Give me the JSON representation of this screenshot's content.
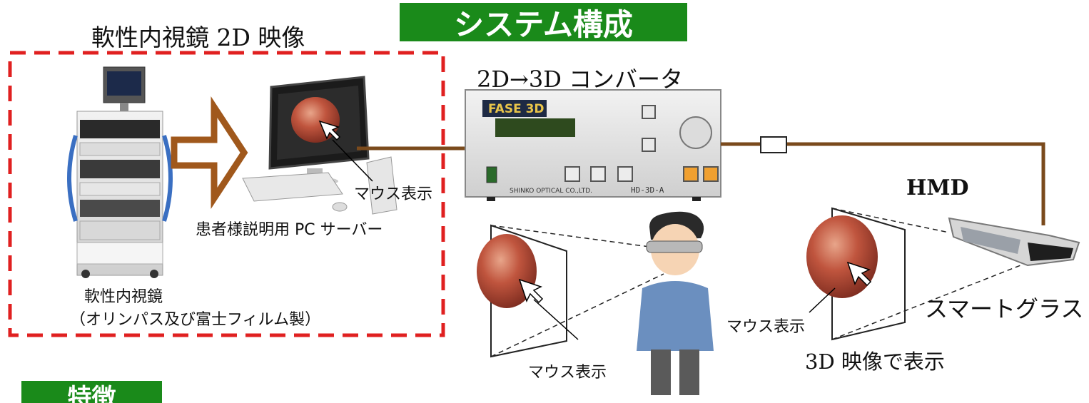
{
  "title": "システム構成",
  "features_title": "特徴",
  "section_label": "軟性内視鏡 2D 映像",
  "converter_label": "2D→3D コンバータ",
  "hmd_label": "HMD",
  "pc_server_label": "患者様説明用 PC サーバー",
  "endoscope_label": "軟性内視鏡",
  "endoscope_maker": "（オリンパス及び富士フィルム製）",
  "mouse_label_pc": "マウス表示",
  "mouse_label_person": "マウス表示",
  "mouse_label_right": "マウス表示",
  "smart_glass_label": "スマートグラス",
  "display_3d_label": "3D 映像で表示",
  "device": {
    "brand": "FASE 3D",
    "model": "HD-3D-A",
    "maker": "SHINKO OPTICAL CO.,LTD."
  },
  "colors": {
    "banner": "#1a8a1a",
    "dashed_box": "#e02020",
    "cable": "#7a4a1c",
    "arrow": "#a0581c"
  }
}
